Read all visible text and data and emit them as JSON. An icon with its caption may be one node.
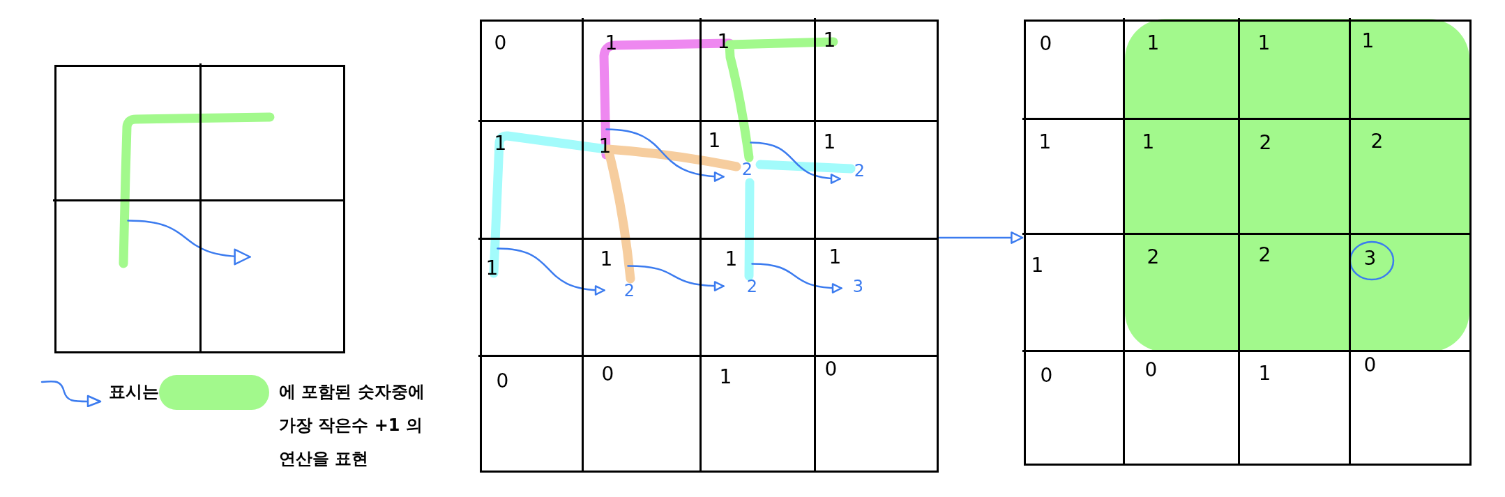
{
  "diagram": {
    "nodes": [
      {
        "text": [],
        "shape": "grid"
      },
      {
        "text": [],
        "shape": "box",
        "in": 0
      },
      {
        "text": [],
        "shape": "box",
        "in": 0
      },
      {
        "text": [],
        "shape": "box",
        "in": 0
      },
      {
        "text": [],
        "shape": "box",
        "in": 0
      },
      {
        "text": [],
        "shape": "grid"
      },
      {
        "text": [
          "0"
        ],
        "in": 5
      },
      {
        "text": [
          "1"
        ],
        "in": 5
      },
      {
        "text": [
          "1"
        ],
        "in": 5
      },
      {
        "text": [
          "1"
        ],
        "in": 5
      },
      {
        "text": [
          "1"
        ],
        "in": 5
      },
      {
        "text": [
          "1"
        ],
        "in": 5
      },
      {
        "text": [
          "1",
          "2"
        ],
        "in": 5
      },
      {
        "text": [
          "1",
          "2"
        ],
        "in": 5
      },
      {
        "text": [
          "1"
        ],
        "in": 5
      },
      {
        "text": [
          "1",
          "2"
        ],
        "in": 5
      },
      {
        "text": [
          "1",
          "2"
        ],
        "in": 5
      },
      {
        "text": [
          "1",
          "3"
        ],
        "in": 5
      },
      {
        "text": [
          "0"
        ],
        "in": 5
      },
      {
        "text": [
          "0"
        ],
        "in": 5
      },
      {
        "text": [
          "1"
        ],
        "in": 5
      },
      {
        "text": [
          "0"
        ],
        "in": 5
      },
      {
        "text": [],
        "shape": "grid"
      },
      {
        "text": [
          "0"
        ],
        "in": 22
      },
      {
        "text": [
          "1"
        ],
        "in": 22
      },
      {
        "text": [
          "1"
        ],
        "in": 22
      },
      {
        "text": [
          "1"
        ],
        "in": 22
      },
      {
        "text": [
          "1"
        ],
        "in": 22
      },
      {
        "text": [
          "1"
        ],
        "in": 22
      },
      {
        "text": [
          "2"
        ],
        "in": 22
      },
      {
        "text": [
          "2"
        ],
        "in": 22
      },
      {
        "text": [
          "1"
        ],
        "in": 22
      },
      {
        "text": [
          "2"
        ],
        "in": 22
      },
      {
        "text": [
          "2"
        ],
        "in": 22
      },
      {
        "text": [
          "3"
        ],
        "in": 22
      },
      {
        "text": [
          "0"
        ],
        "in": 22
      },
      {
        "text": [
          "0"
        ],
        "in": 22
      },
      {
        "text": [
          "1"
        ],
        "in": 22
      },
      {
        "text": [
          "0"
        ],
        "in": 22
      }
    ],
    "edges": [
      {
        "from": 3,
        "to": 4,
        "arrow": "to"
      },
      {
        "from": 11,
        "to": 12,
        "arrow": "to"
      },
      {
        "from": 12,
        "to": 13,
        "arrow": "to"
      },
      {
        "from": 14,
        "to": 15,
        "arrow": "to"
      },
      {
        "from": 15,
        "to": 16,
        "arrow": "to"
      },
      {
        "from": 16,
        "to": 17,
        "arrow": "to"
      },
      {
        "from": 5,
        "to": 22,
        "arrow": "to"
      }
    ],
    "legend": [
      {
        "text": "표시는"
      },
      {
        "text": "에 포함된 숫자중에 가장 작은수 +1 의 연산을 표현",
        "color": "#a2f98c"
      }
    ]
  }
}
